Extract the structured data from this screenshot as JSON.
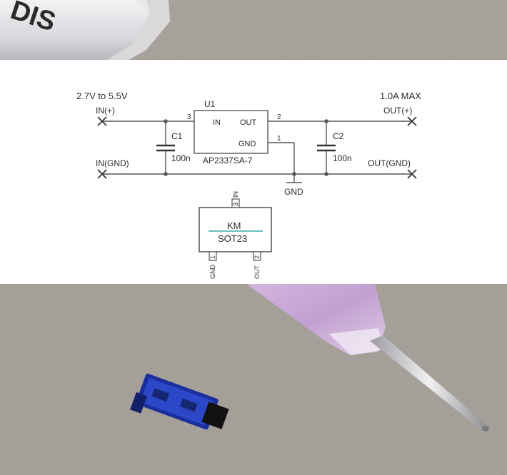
{
  "schematic": {
    "input_voltage": "2.7V to 5.5V",
    "output_current": "1.0A MAX",
    "in_plus": "IN(+)",
    "in_gnd": "IN(GND)",
    "out_plus": "OUT(+)",
    "out_gnd": "OUT(GND)",
    "u1": {
      "ref": "U1",
      "part": "AP2337SA-7",
      "pin_in": "IN",
      "pin_out": "OUT",
      "pin_gnd": "GND",
      "pin3": "3",
      "pin2": "2",
      "pin1": "1"
    },
    "c1": {
      "ref": "C1",
      "value": "100n"
    },
    "c2": {
      "ref": "C2",
      "value": "100n"
    },
    "gnd": "GND"
  },
  "package": {
    "marking": "KM",
    "type": "SOT23",
    "pin1_num": "1",
    "pin1_name": "GND",
    "pin2_num": "2",
    "pin2_name": "OUT",
    "pin3_num": "3",
    "pin3_name": "IN"
  },
  "photo": {
    "caption_fragment": "DIS"
  },
  "colors": {
    "stone": "#a8a49d",
    "chip_blue": "#1a2e9c",
    "probe_handle": "#c49fd6",
    "wire": "#555555"
  }
}
